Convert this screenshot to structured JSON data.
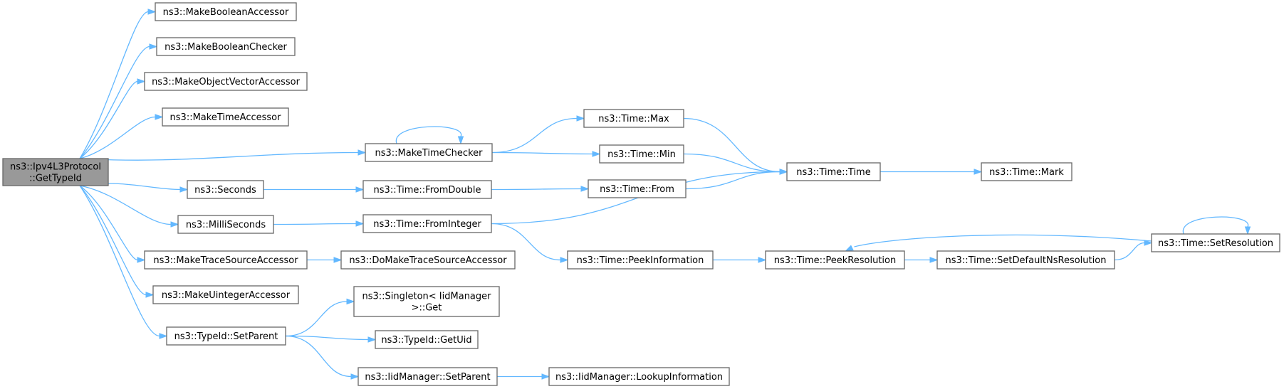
{
  "nodes": [
    {
      "id": "root",
      "lines": [
        "ns3::Ipv4L3Protocol",
        "::GetTypeId"
      ],
      "root": true
    },
    {
      "id": "mba",
      "lines": [
        "ns3::MakeBooleanAccessor"
      ]
    },
    {
      "id": "mbc",
      "lines": [
        "ns3::MakeBooleanChecker"
      ]
    },
    {
      "id": "movA",
      "lines": [
        "ns3::MakeObjectVectorAccessor"
      ]
    },
    {
      "id": "mta",
      "lines": [
        "ns3::MakeTimeAccessor"
      ]
    },
    {
      "id": "mtc",
      "lines": [
        "ns3::MakeTimeChecker"
      ]
    },
    {
      "id": "sec",
      "lines": [
        "ns3::Seconds"
      ]
    },
    {
      "id": "ms",
      "lines": [
        "ns3::MilliSeconds"
      ]
    },
    {
      "id": "mtsa",
      "lines": [
        "ns3::MakeTraceSourceAccessor"
      ]
    },
    {
      "id": "mua",
      "lines": [
        "ns3::MakeUintegerAccessor"
      ]
    },
    {
      "id": "tsp",
      "lines": [
        "ns3::TypeId::SetParent"
      ]
    },
    {
      "id": "tmax",
      "lines": [
        "ns3::Time::Max"
      ]
    },
    {
      "id": "tmin",
      "lines": [
        "ns3::Time::Min"
      ]
    },
    {
      "id": "tfd",
      "lines": [
        "ns3::Time::FromDouble"
      ]
    },
    {
      "id": "tfi",
      "lines": [
        "ns3::Time::FromInteger"
      ]
    },
    {
      "id": "dmtsa",
      "lines": [
        "ns3::DoMakeTraceSourceAccessor"
      ]
    },
    {
      "id": "sget",
      "lines": [
        "ns3::Singleton< IidManager",
        ">::Get"
      ]
    },
    {
      "id": "guid",
      "lines": [
        "ns3::TypeId::GetUid"
      ]
    },
    {
      "id": "isp",
      "lines": [
        "ns3::IidManager::SetParent"
      ]
    },
    {
      "id": "tfrom",
      "lines": [
        "ns3::Time::From"
      ]
    },
    {
      "id": "tpi",
      "lines": [
        "ns3::Time::PeekInformation"
      ]
    },
    {
      "id": "ilu",
      "lines": [
        "ns3::IidManager::LookupInformation"
      ]
    },
    {
      "id": "ttime",
      "lines": [
        "ns3::Time::Time"
      ]
    },
    {
      "id": "tpr",
      "lines": [
        "ns3::Time::PeekResolution"
      ]
    },
    {
      "id": "tmark",
      "lines": [
        "ns3::Time::Mark"
      ]
    },
    {
      "id": "tsdnr",
      "lines": [
        "ns3::Time::SetDefaultNsResolution"
      ]
    },
    {
      "id": "tsr",
      "lines": [
        "ns3::Time::SetResolution"
      ]
    }
  ],
  "edges": [
    [
      "root",
      "mba"
    ],
    [
      "root",
      "mbc"
    ],
    [
      "root",
      "movA"
    ],
    [
      "root",
      "mta"
    ],
    [
      "root",
      "mtc"
    ],
    [
      "root",
      "sec"
    ],
    [
      "root",
      "ms"
    ],
    [
      "root",
      "mtsa"
    ],
    [
      "root",
      "mua"
    ],
    [
      "root",
      "tsp"
    ],
    [
      "mtc",
      "mtc"
    ],
    [
      "mtc",
      "tmax"
    ],
    [
      "mtc",
      "tmin"
    ],
    [
      "sec",
      "tfd"
    ],
    [
      "ms",
      "tfi"
    ],
    [
      "mtsa",
      "dmtsa"
    ],
    [
      "tsp",
      "sget"
    ],
    [
      "tsp",
      "guid"
    ],
    [
      "tsp",
      "isp"
    ],
    [
      "tmax",
      "ttime"
    ],
    [
      "tmin",
      "ttime"
    ],
    [
      "tfd",
      "tfrom"
    ],
    [
      "tfrom",
      "ttime"
    ],
    [
      "tfi",
      "ttime"
    ],
    [
      "tfi",
      "tpi"
    ],
    [
      "tpi",
      "tpr"
    ],
    [
      "isp",
      "ilu"
    ],
    [
      "ttime",
      "tmark"
    ],
    [
      "tpr",
      "tsdnr"
    ],
    [
      "tsdnr",
      "tsr"
    ],
    [
      "tsr",
      "tpr"
    ],
    [
      "tsr",
      "tsr"
    ]
  ]
}
